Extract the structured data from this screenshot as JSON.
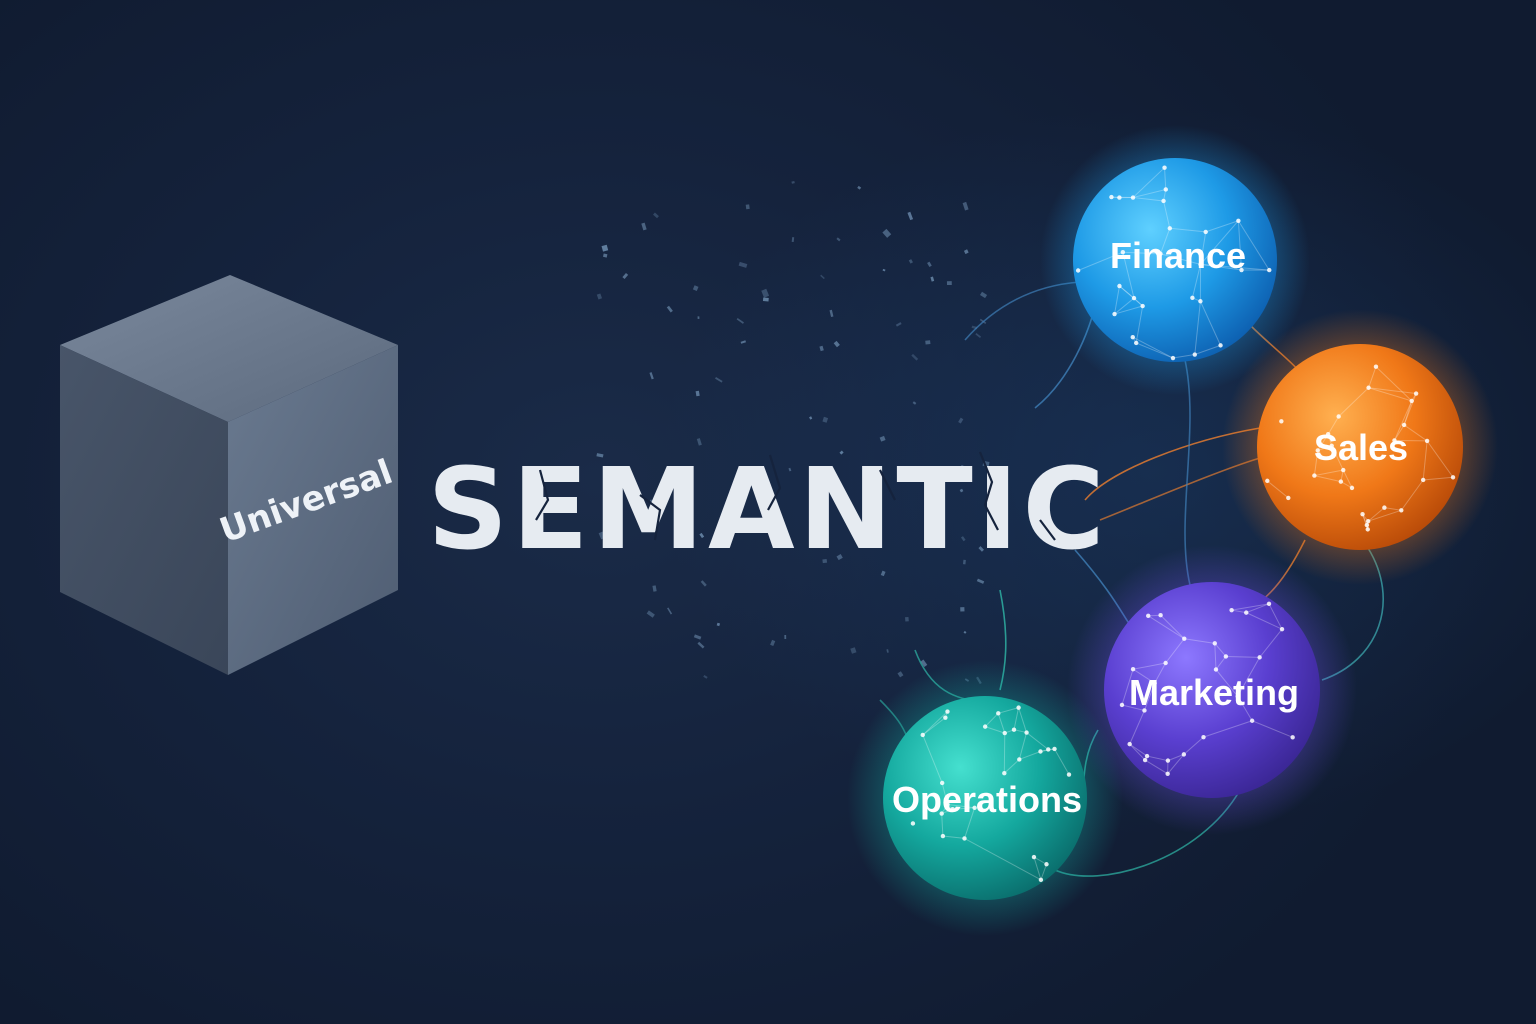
{
  "cube": {
    "label": "Universal"
  },
  "headline": "SEMANTIC",
  "nodes": [
    {
      "label": "Finance",
      "color": "#1e9ae6"
    },
    {
      "label": "Sales",
      "color": "#f07818"
    },
    {
      "label": "Marketing",
      "color": "#5a3fd0"
    },
    {
      "label": "Operations",
      "color": "#14a89e"
    }
  ],
  "colors": {
    "background": "#14213a",
    "cube": "#5a6a80",
    "headline": "#e6ebf1"
  }
}
